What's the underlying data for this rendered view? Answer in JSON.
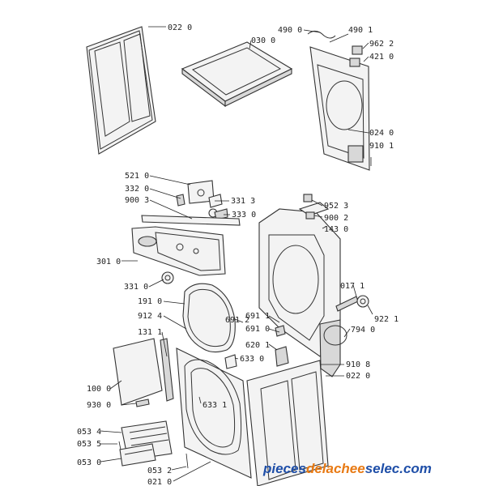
{
  "labels": {
    "l0220a": "022 0",
    "l0300": "030 0",
    "l4900": "490 0",
    "l4901": "490 1",
    "l9622": "962 2",
    "l4210": "421 0",
    "l0240": "024 0",
    "l9101": "910 1",
    "l5210": "521 0",
    "l3320": "332 0",
    "l9003": "900 3",
    "l3313": "331 3",
    "l3330": "333 0",
    "l9523": "952 3",
    "l9002": "900 2",
    "l1430": "143 0",
    "l3010": "301 0",
    "l3310": "331 0",
    "l0171": "017 1",
    "l1910": "191 0",
    "l9124": "912 4",
    "l6912": "691 2",
    "l6911": "691 1",
    "l6910": "691 0",
    "l9221": "922 1",
    "l1311": "131 1",
    "l7940": "794 0",
    "l6201": "620 1",
    "l6330": "633 0",
    "l9108": "910 8",
    "l0220b": "022 0",
    "l1000": "100 0",
    "l6331": "633 1",
    "l9300": "930 0",
    "l0534": "053 4",
    "l0535": "053 5",
    "l0530": "053 0",
    "l0532": "053 2",
    "l0210": "021 0"
  },
  "watermark": {
    "part1": "pieces",
    "part2": "delachee",
    "part3": "selec",
    "part4": ".com"
  },
  "colors": {
    "line": "#333333",
    "watermark_blue": "#1f4fa8",
    "watermark_orange": "#e87a14",
    "background": "#ffffff"
  }
}
